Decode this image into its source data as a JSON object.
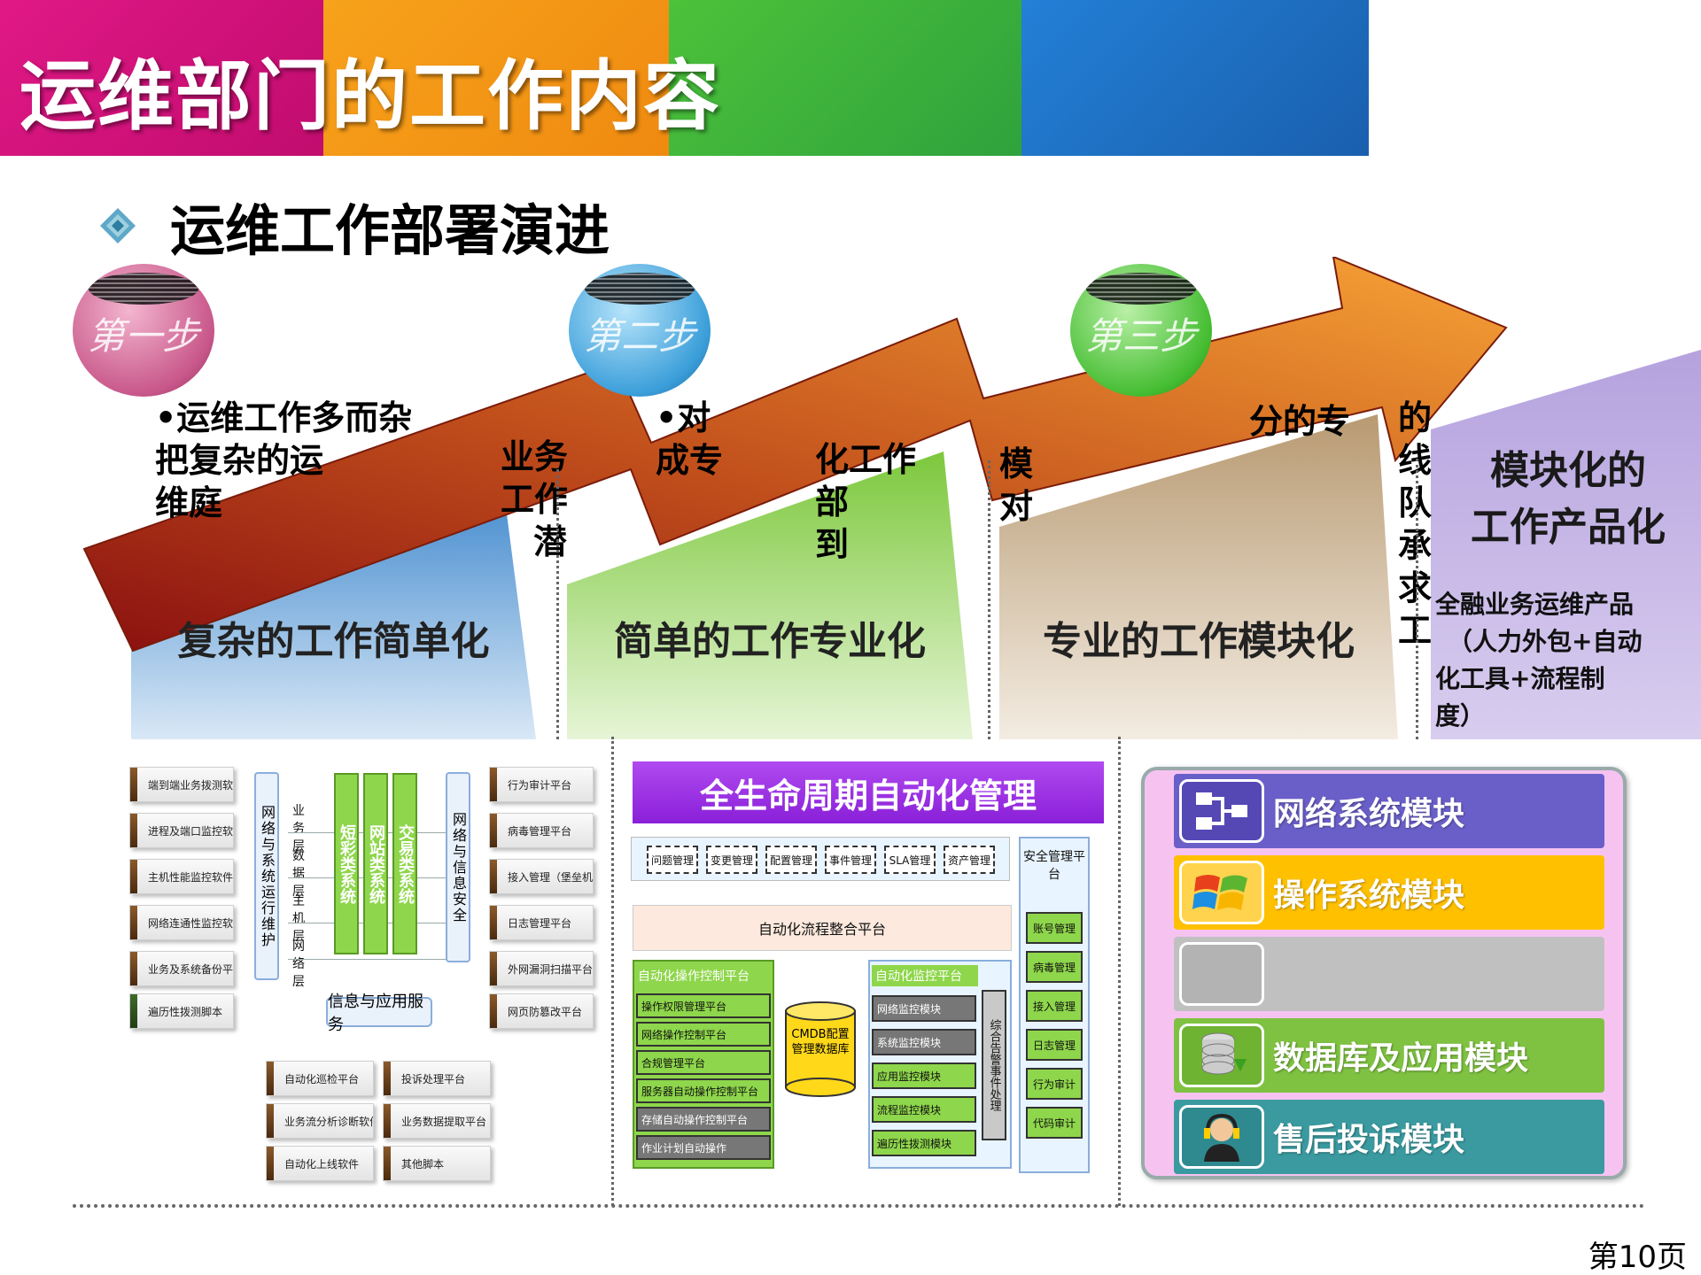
{
  "header": {
    "title": "运维部门的工作内容",
    "banner_colors": [
      "#d4127a",
      "#f39c12",
      "#39b54a",
      "#1d6fc0"
    ]
  },
  "subtitle": "运维工作部署演进",
  "steps": [
    {
      "label": "第一步",
      "ball_color": "#d46a9b",
      "text_lines": [
        "•运维工作多而杂",
        "把复杂的运",
        "",
        "维庭",
        ""
      ]
    },
    {
      "label": "第二步",
      "ball_color": "#3fa5dd",
      "text_lines": [
        "•对",
        "",
        "成专",
        "",
        ""
      ]
    },
    {
      "label": "第三步",
      "ball_color": "#48c135",
      "text_lines": [
        "",
        "模",
        "对",
        "",
        ""
      ]
    }
  ],
  "side_fragments": {
    "step1_right": [
      "",
      "",
      "业务进行",
      "工作",
      "潜"
    ],
    "step2_right": [
      "",
      "化工作",
      "",
      "部",
      "到"
    ],
    "step3_right": [
      "分的专",
      "",
      "",
      "",
      ""
    ],
    "step3_edge": [
      "的",
      "线",
      "队",
      "承",
      "求",
      "工"
    ]
  },
  "stages": [
    {
      "label": "复杂的工作简单化",
      "color": "#5b9bd5"
    },
    {
      "label": "简单的工作专业化",
      "color": "#8fd14f"
    },
    {
      "label": "专业的工作模块化",
      "color": "#c9b08a"
    }
  ],
  "final": {
    "title_lines": [
      "模块化的",
      "工作产品化"
    ],
    "desc_lines": [
      "全融业务运维产品",
      "（人力外包+自动",
      "化工具+流程制",
      "度）"
    ],
    "color": "#b9a6e0"
  },
  "arrow_color": "#e0702a",
  "panel_left": {
    "left_tools": [
      "端到端业务拨测软件",
      "进程及端口监控软件",
      "主机性能监控软件",
      "网络连通性监控软件",
      "业务及系统备份平台",
      "遍历性拨测脚本"
    ],
    "left_col": "网络与系统运行维护",
    "layers": [
      "业务层",
      "数据层",
      "主机层",
      "网络层"
    ],
    "green_cols": [
      "短彩类系统",
      "网站类系统",
      "交易类系统"
    ],
    "right_col": "网络与信息安全",
    "right_tools": [
      "行为审计平台",
      "病毒管理平台",
      "接入管理（堡垒机）",
      "日志管理平台",
      "外网漏洞扫描平台",
      "网页防篡改平台"
    ],
    "bottom_label": "信息与应用服务",
    "bottom_tools": [
      "自动化巡检平台",
      "投诉处理平台",
      "业务流分析诊断软件",
      "业务数据提取平台",
      "自动化上线软件",
      "其他脚本"
    ]
  },
  "panel_mid": {
    "title": "全生命周期自动化管理",
    "top_items": [
      "问题管理",
      "变更管理",
      "配置管理",
      "事件管理",
      "SLA管理",
      "资产管理"
    ],
    "integration": "自动化流程整合平台",
    "security_title": "安全管理平台",
    "security_items": [
      "账号管理",
      "病毒管理",
      "接入管理",
      "日志管理",
      "行为审计",
      "代码审计"
    ],
    "ops_title": "自动化操作控制平台",
    "ops_items": [
      "操作权限管理平台",
      "网络操作控制平台",
      "合规管理平台",
      "服务器自动操作控制平台",
      "存储自动操作控制平台",
      "作业计划自动操作"
    ],
    "cmdb": "CMDB配置管理数据库",
    "monitor_title": "自动化监控平台",
    "monitor_items": [
      "网络监控模块",
      "系统监控模块",
      "应用监控模块",
      "流程监控模块",
      "遍历性拨测模块"
    ],
    "alarm": "综合告警事件处理"
  },
  "panel_right": {
    "modules": [
      {
        "label": "网络系统模块",
        "color": "#6a5fc9",
        "icon": "network-icon"
      },
      {
        "label": "操作系统模块",
        "color": "#ffc000",
        "icon": "windows-icon"
      },
      {
        "label": "",
        "color": "#c0c0c0",
        "icon": "blank-icon"
      },
      {
        "label": "数据库及应用模块",
        "color": "#7fc241",
        "icon": "database-icon"
      },
      {
        "label": "售后投诉模块",
        "color": "#3a9aa0",
        "icon": "support-icon"
      }
    ]
  },
  "page_number": "第10页"
}
